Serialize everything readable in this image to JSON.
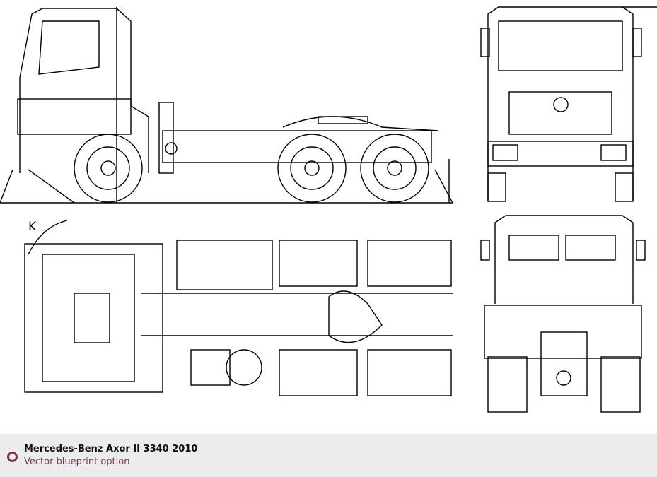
{
  "blueprint": {
    "label_k": "K"
  },
  "caption": {
    "title": "Mercedes-Benz Axor II 3340 2010",
    "subtitle": "Vector blueprint option"
  },
  "colors": {
    "accent": "#7a3558",
    "caption_bg": "#ececec"
  }
}
